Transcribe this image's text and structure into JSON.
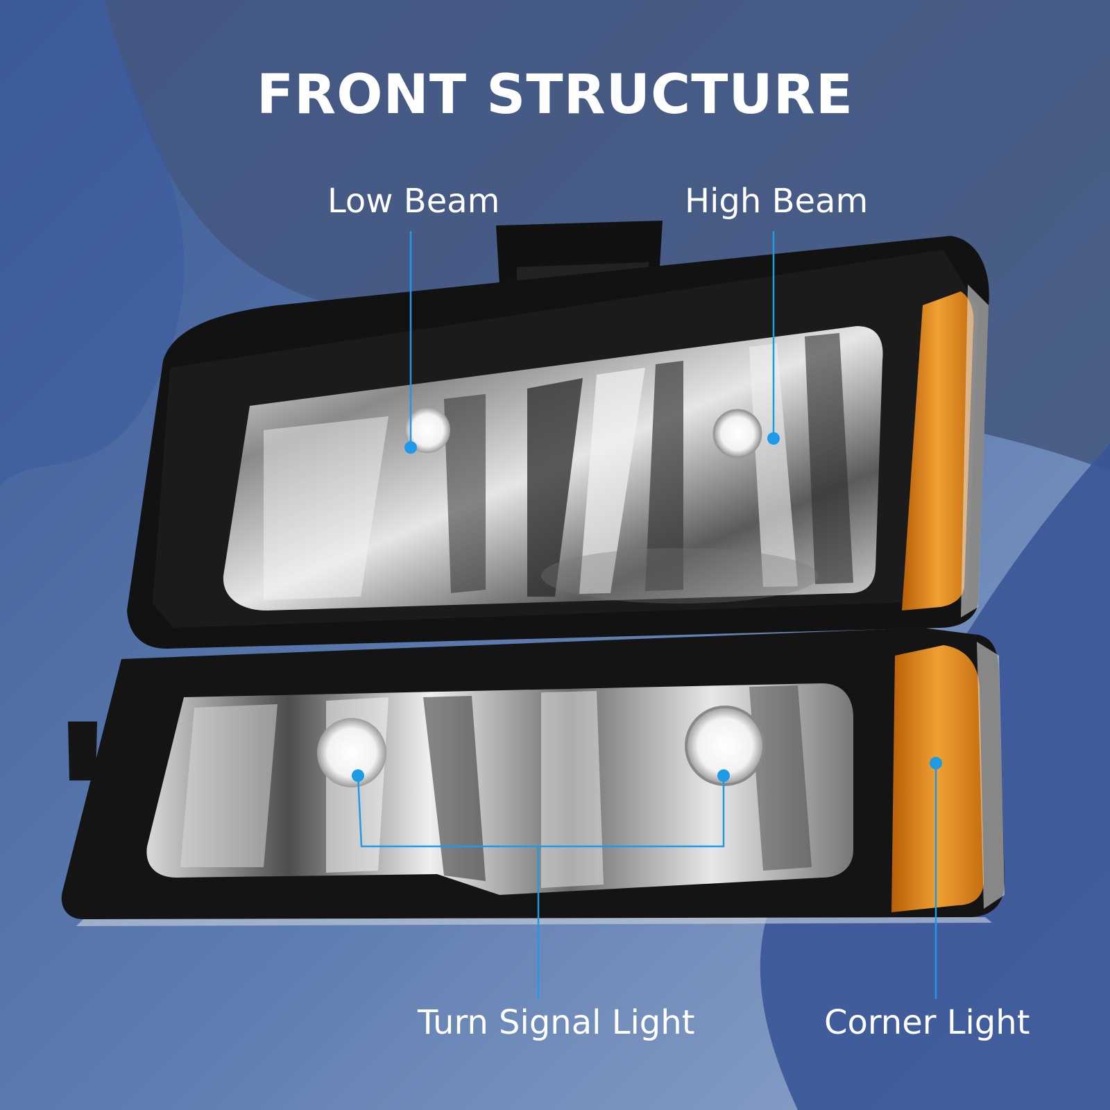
{
  "title": "FRONT STRUCTURE",
  "callouts": {
    "low_beam": "Low Beam",
    "high_beam": "High Beam",
    "turn_signal": "Turn Signal Light",
    "corner_light": "Corner Light"
  },
  "colors": {
    "background_light": "#5a7fb8",
    "background_dark": "#3d5384",
    "callout_line": "#1e9be6",
    "housing": "#141414",
    "amber": "#e08a1a"
  }
}
